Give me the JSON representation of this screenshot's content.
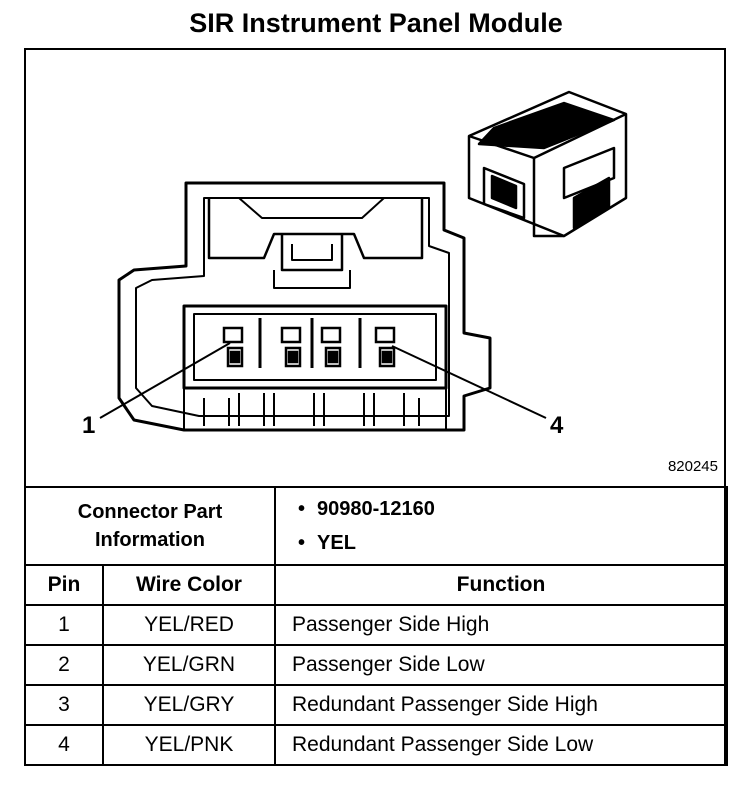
{
  "title": "SIR Instrument Panel Module",
  "drawing_number": "820245",
  "callouts": {
    "left": "1",
    "right": "4"
  },
  "connector_info": {
    "label_line1": "Connector Part",
    "label_line2": "Information",
    "part_number": "90980-12160",
    "color": "YEL"
  },
  "table": {
    "headers": {
      "pin": "Pin",
      "wire_color": "Wire Color",
      "function": "Function"
    },
    "rows": [
      {
        "pin": "1",
        "wire_color": "YEL/RED",
        "function": "Passenger Side High"
      },
      {
        "pin": "2",
        "wire_color": "YEL/GRN",
        "function": "Passenger Side Low"
      },
      {
        "pin": "3",
        "wire_color": "YEL/GRY",
        "function": "Redundant Passenger Side High"
      },
      {
        "pin": "4",
        "wire_color": "YEL/PNK",
        "function": "Redundant Passenger Side Low"
      }
    ]
  }
}
